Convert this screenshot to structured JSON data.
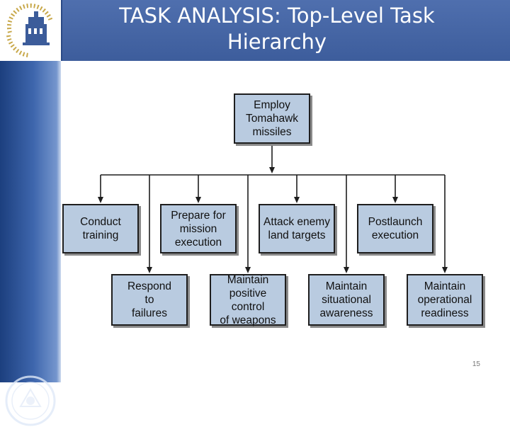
{
  "header": {
    "title": "TASK ANALYSIS: Top-Level Task Hierarchy"
  },
  "logo": {
    "icon": "university-potsdam-logo-icon"
  },
  "seal": {
    "icon": "university-seal-icon"
  },
  "diagram": {
    "root": "Employ\nTomahawk\nmissiles",
    "upper_row": [
      "Conduct\ntraining",
      "Prepare for\nmission\nexecution",
      "Attack enemy\nland targets",
      "Postlaunch\nexecution"
    ],
    "lower_row": [
      "Respond\nto\nfailures",
      "Maintain\npositive control\nof weapons",
      "Maintain\nsituational\nawareness",
      "Maintain\noperational\nreadiness"
    ]
  },
  "footer": {
    "page_number": "15"
  },
  "colors": {
    "header_blue": "#4f6fae",
    "box_fill": "#b9cbe0",
    "box_border": "#1e1e1e"
  }
}
